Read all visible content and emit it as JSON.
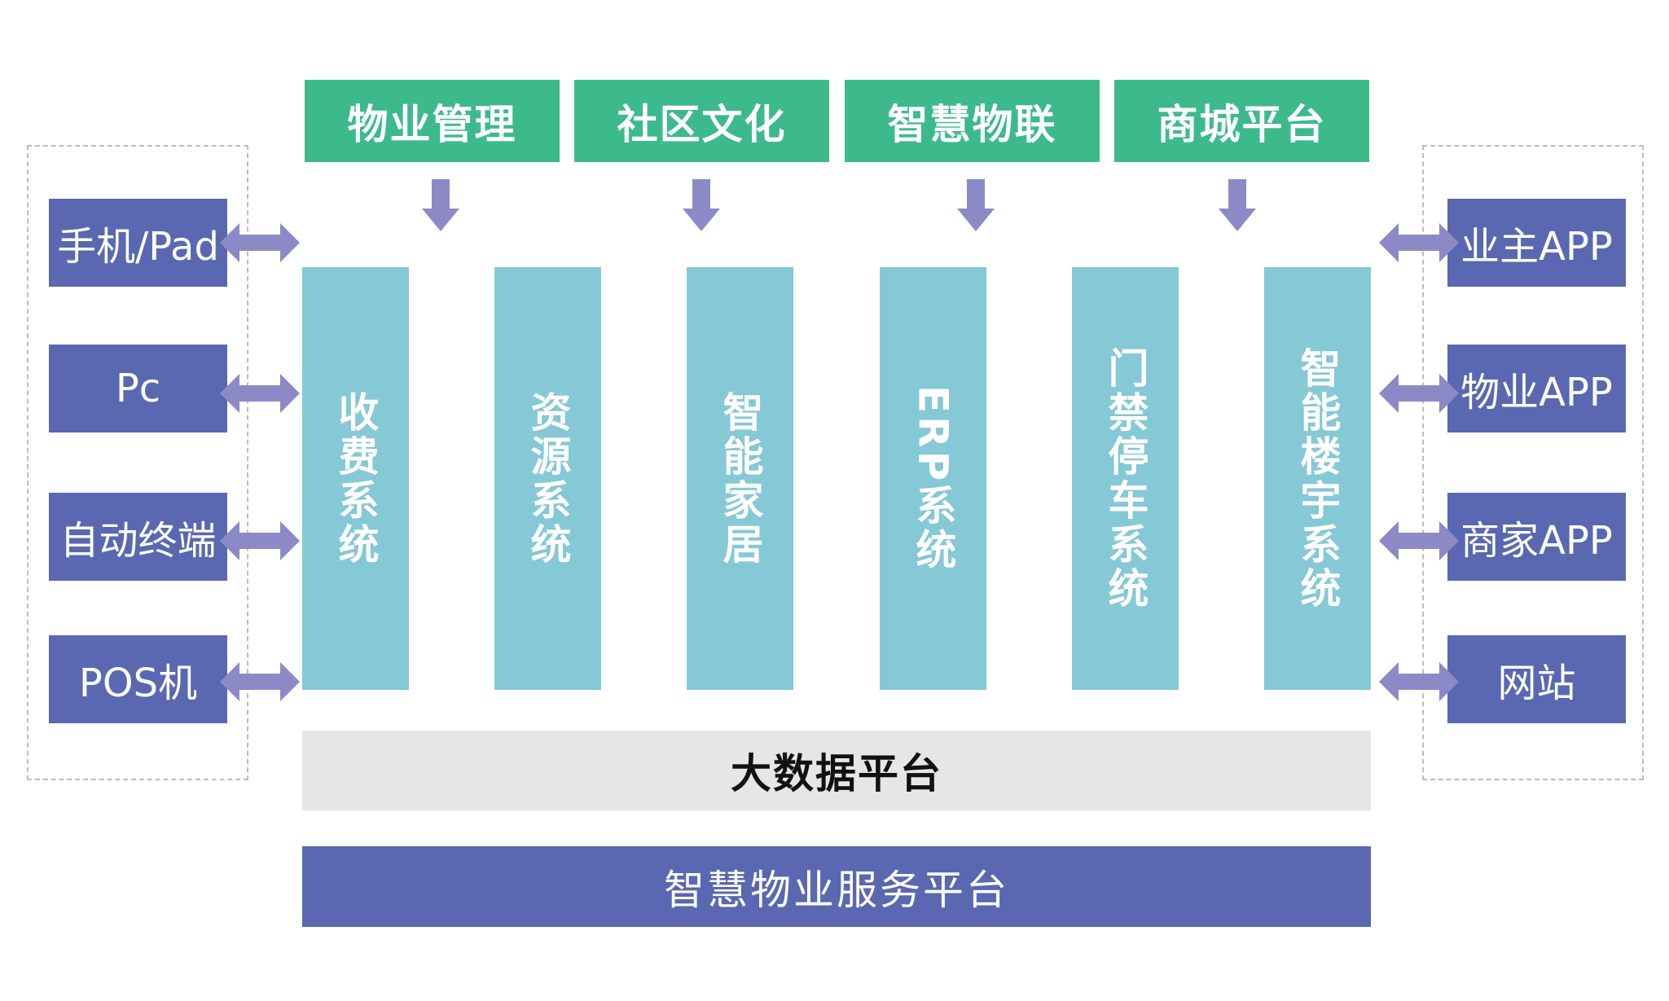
{
  "colors": {
    "module_green": "#3dba8c",
    "system_teal": "#85c8d6",
    "terminal_blue": "#5a67b1",
    "arrow_purple": "#8c8ac6",
    "data_platform_gray": "#e6e6e6"
  },
  "top_modules": [
    "物业管理",
    "社区文化",
    "智慧物联",
    "商城平台"
  ],
  "left_terminals": [
    "手机/Pad",
    "Pc",
    "自动终端",
    "POS机"
  ],
  "right_apps": [
    "业主APP",
    "物业APP",
    "商家APP",
    "网站"
  ],
  "systems": [
    "收费系统",
    "资源系统",
    "智能家居",
    "ERP系统",
    "门禁停车系统",
    "智能楼宇系统"
  ],
  "big_data_platform": "大数据平台",
  "service_platform": "智慧物业服务平台"
}
